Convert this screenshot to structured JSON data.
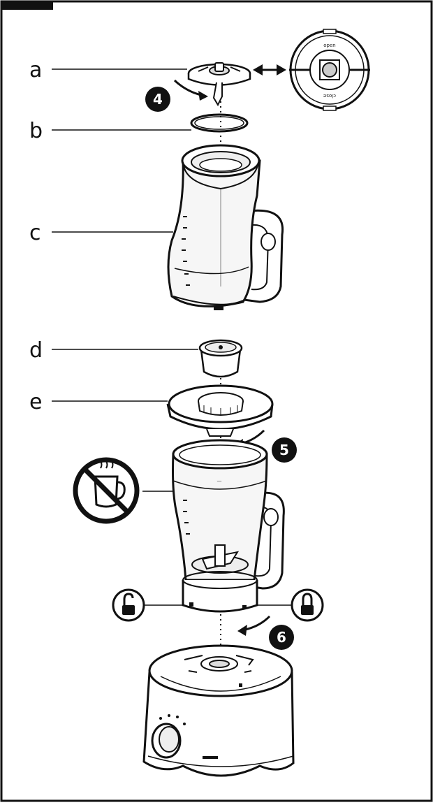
{
  "parts": {
    "a": "a",
    "b": "b",
    "c": "c",
    "d": "d",
    "e": "e"
  },
  "steps": {
    "s4": "4",
    "s5": "5",
    "s6": "6"
  },
  "blade_top": {
    "open": "open",
    "close": "close"
  },
  "icons": {
    "no_hot": "no-hot-liquids-icon",
    "unlock": "unlocked-padlock-icon",
    "lock": "locked-padlock-icon",
    "double_arrow": "double-arrow-icon",
    "rotate_arrow": "curved-arrow-icon"
  },
  "colors": {
    "line": "#1a1a1a",
    "glass": "#f4f4f4",
    "badge": "#111111"
  }
}
